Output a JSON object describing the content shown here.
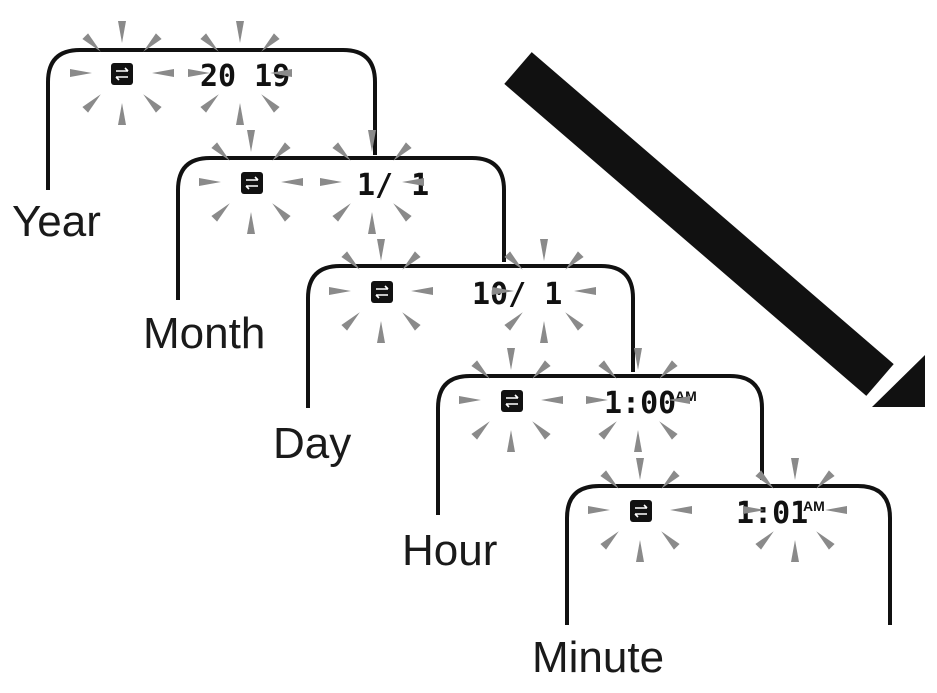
{
  "steps": [
    {
      "id": "year",
      "label": "Year",
      "display": "20 19",
      "suffix": "",
      "icon": "swap-arrows-icon"
    },
    {
      "id": "month",
      "label": "Month",
      "display": "1/ 1",
      "suffix": "",
      "icon": "swap-arrows-icon"
    },
    {
      "id": "day",
      "label": "Day",
      "display": "10/ 1",
      "suffix": "",
      "icon": "swap-arrows-icon"
    },
    {
      "id": "hour",
      "label": "Hour",
      "display": "1:00",
      "suffix": "AM",
      "icon": "swap-arrows-icon"
    },
    {
      "id": "minute",
      "label": "Minute",
      "display": "1:01",
      "suffix": "AM",
      "icon": "swap-arrows-icon"
    }
  ],
  "colors": {
    "frame": "#111111",
    "ray": "#8a8a8a",
    "arrow": "#111111"
  },
  "direction_arrow_icon": "down-right-arrow-icon"
}
